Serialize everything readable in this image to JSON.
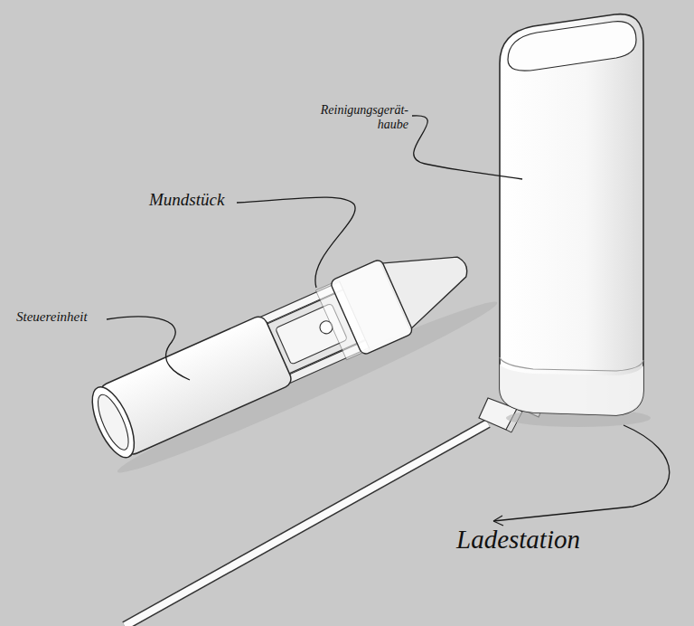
{
  "diagram": {
    "labels": [
      "Reinigungsgerät- haube",
      "Mundstück",
      "Steuereinheit",
      "Ladestation"
    ]
  }
}
